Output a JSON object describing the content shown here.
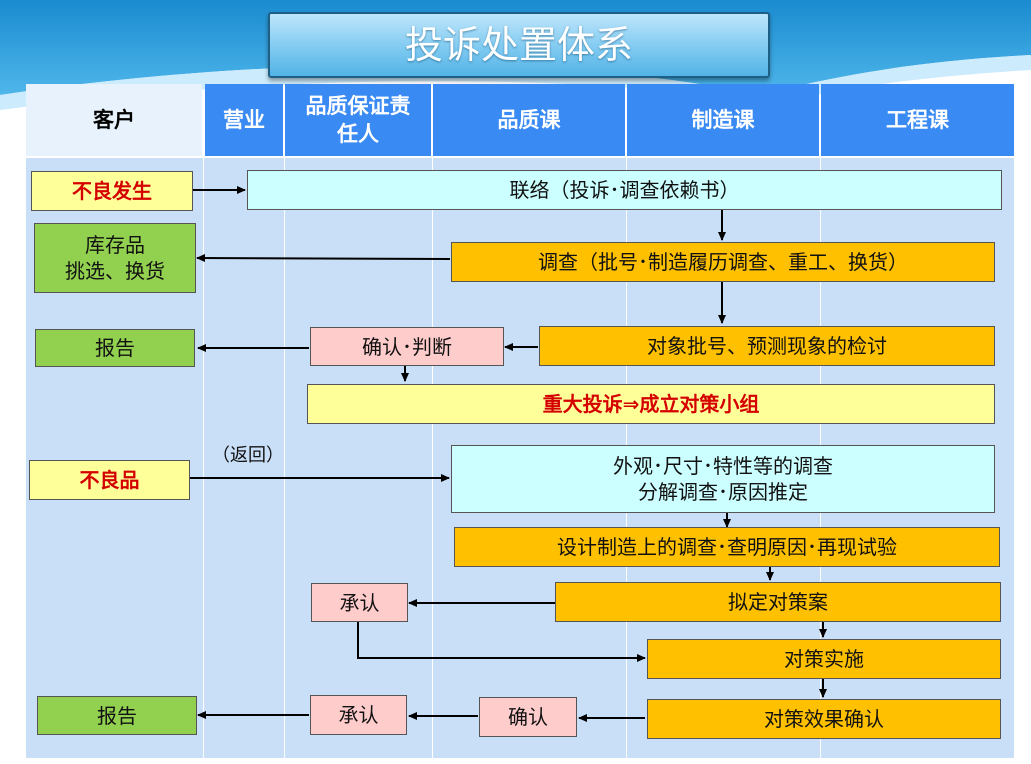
{
  "title": "投诉处置体系",
  "columns": [
    "客户",
    "营业",
    "品质保证责任人",
    "品质课",
    "制造课",
    "工程课"
  ],
  "columns_display": {
    "c0": "客户",
    "c1": "营业",
    "c2_line1": "品质保证责",
    "c2_line2": "任人",
    "c3": "品质课",
    "c4": "制造课",
    "c5": "工程课"
  },
  "boxes": {
    "defect_occurs": "不良发生",
    "contact": "联络（投诉･调查依赖书）",
    "inventory_line1": "库存品",
    "inventory_line2": "挑选、换货",
    "investigation": "调查（批号･制造履历调查、重工、换货）",
    "report1": "报告",
    "confirm_judge": "确认･判断",
    "lot_review": "对象批号、预测现象的检讨",
    "major_complaint": "重大投诉⇒成立对策小组",
    "return_note": "（返回）",
    "defect_product": "不良品",
    "appearance_line1": "外观･尺寸･特性等的调查",
    "appearance_line2": "分解调查･原因推定",
    "design_check": "设计制造上的调查･查明原因･再现试验",
    "approve1": "承认",
    "draft_plan": "拟定对策案",
    "implement": "对策实施",
    "report2": "报告",
    "approve2": "承认",
    "confirm": "确认",
    "effect_check": "对策效果确认"
  },
  "colors": {
    "header_blue": "#3a8af4",
    "cyan": "#ccffff",
    "orange": "#ffc000",
    "pink": "#ffcccc",
    "green": "#92d050",
    "yellow": "#ffff99",
    "lane_bg": "#c9dff7"
  }
}
